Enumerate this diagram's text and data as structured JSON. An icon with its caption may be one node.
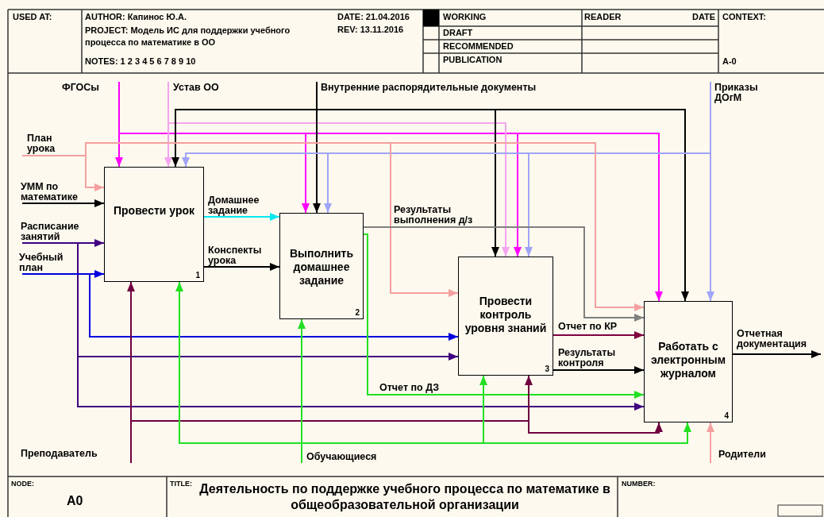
{
  "diagram": {
    "title": "Деятельность по поддержке учебного процесса по математике в общеобразовательной организации",
    "nodes": [
      {
        "text": [
          "Провести урок",
          "1"
        ]
      },
      {
        "text": [
          "Выполнить домашнее задание",
          "2"
        ]
      },
      {
        "text": [
          "Провести контроль уровня знаний",
          "3"
        ]
      },
      {
        "text": [
          "Работать с электронным журналом",
          "4"
        ]
      }
    ],
    "edges": [
      {
        "from": null,
        "to": 0,
        "arrow": "to",
        "label": "ФГОСы",
        "color": "#ff00ff"
      },
      {
        "from": null,
        "to": 1,
        "arrow": "to",
        "color": "#ff00ff"
      },
      {
        "from": null,
        "to": 2,
        "arrow": "to",
        "color": "#ff00ff"
      },
      {
        "from": null,
        "to": 3,
        "arrow": "to",
        "color": "#ff00ff"
      },
      {
        "from": null,
        "to": 0,
        "arrow": "to",
        "label": "Устав ОО",
        "color": "#f4a4f0"
      },
      {
        "from": null,
        "to": 2,
        "arrow": "to",
        "color": "#f4a4f0"
      },
      {
        "from": null,
        "to": 1,
        "arrow": "to",
        "label": "Внутренние распорядительные документы"
      },
      {
        "from": null,
        "to": 0,
        "arrow": "to"
      },
      {
        "from": null,
        "to": 2,
        "arrow": "to"
      },
      {
        "from": null,
        "to": 3,
        "arrow": "to"
      },
      {
        "from": null,
        "to": 3,
        "arrow": "to",
        "label": "Приказы ДОгМ",
        "color": "#a0a4f8"
      },
      {
        "from": null,
        "to": 2,
        "arrow": "to",
        "color": "#a0a4f8"
      },
      {
        "from": null,
        "to": 1,
        "arrow": "to",
        "color": "#a0a4f8"
      },
      {
        "from": null,
        "to": 0,
        "arrow": "to",
        "color": "#a0a4f8"
      },
      {
        "from": null,
        "to": 0,
        "arrow": "to",
        "label": "План урока",
        "color": "#f4a0a0"
      },
      {
        "from": null,
        "to": 2,
        "arrow": "to",
        "color": "#f4a0a0"
      },
      {
        "from": null,
        "to": 3,
        "arrow": "to",
        "color": "#f4a0a0"
      },
      {
        "from": null,
        "to": 0,
        "arrow": "to",
        "label": "УММ по математике"
      },
      {
        "from": null,
        "to": 0,
        "arrow": "to",
        "label": "Расписание занятий",
        "color": "#400080"
      },
      {
        "from": null,
        "to": 2,
        "arrow": "to",
        "color": "#400080"
      },
      {
        "from": null,
        "to": 3,
        "arrow": "to",
        "color": "#400080"
      },
      {
        "from": null,
        "to": 0,
        "arrow": "to",
        "label": "Учебный план",
        "color": "#0000e0"
      },
      {
        "from": null,
        "to": 2,
        "arrow": "to",
        "color": "#0000e0"
      },
      {
        "from": 0,
        "to": 1,
        "arrow": "to",
        "label": "Домашнее задание",
        "color": "#00e8f0"
      },
      {
        "from": 0,
        "to": 1,
        "arrow": "to",
        "label": "Конспекты урока"
      },
      {
        "from": 1,
        "to": 3,
        "arrow": "to",
        "label": "Результаты выполнения д/з",
        "color": "#808080"
      },
      {
        "from": 1,
        "to": 3,
        "arrow": "to",
        "label": "Отчет по ДЗ",
        "color": "#22e022"
      },
      {
        "from": 2,
        "to": 3,
        "arrow": "to",
        "label": "Отчет по КР",
        "color": "#800040"
      },
      {
        "from": 2,
        "to": 3,
        "arrow": "to",
        "label": "Результаты контроля"
      },
      {
        "from": 3,
        "to": null,
        "arrow": "to",
        "label": "Отчетная документация"
      },
      {
        "from": null,
        "to": 0,
        "arrow": "to",
        "label": "Преподаватель",
        "color": "#700040"
      },
      {
        "from": null,
        "to": 2,
        "arrow": "to",
        "color": "#700040"
      },
      {
        "from": null,
        "to": 3,
        "arrow": "to",
        "color": "#700040"
      },
      {
        "from": null,
        "to": 1,
        "arrow": "to",
        "label": "Обучающиеся",
        "color": "#22e022"
      },
      {
        "from": null,
        "to": 0,
        "arrow": "to",
        "color": "#22e022"
      },
      {
        "from": null,
        "to": 2,
        "arrow": "to",
        "color": "#22e022"
      },
      {
        "from": null,
        "to": 3,
        "arrow": "to",
        "color": "#22e022"
      },
      {
        "from": null,
        "to": 3,
        "arrow": "to",
        "label": "Родители",
        "color": "#f4a0a0"
      }
    ],
    "labels": [
      "USED AT:",
      "AUTHOR: Капинос Ю.А.",
      "DATE: 21.04.2016",
      "WORKING",
      "READER",
      "DATE",
      "CONTEXT:",
      "PROJECT: Модель ИС для поддержки учебного процесса по математике в ОО",
      "REV: 13.11.2016",
      "DRAFT",
      "RECOMMENDED",
      "NOTES: 1 2 3 4 5 6 7 8 9 10",
      "PUBLICATION",
      "A-0",
      "NODE:",
      "TITLE:",
      "NUMBER:",
      "A0"
    ]
  }
}
